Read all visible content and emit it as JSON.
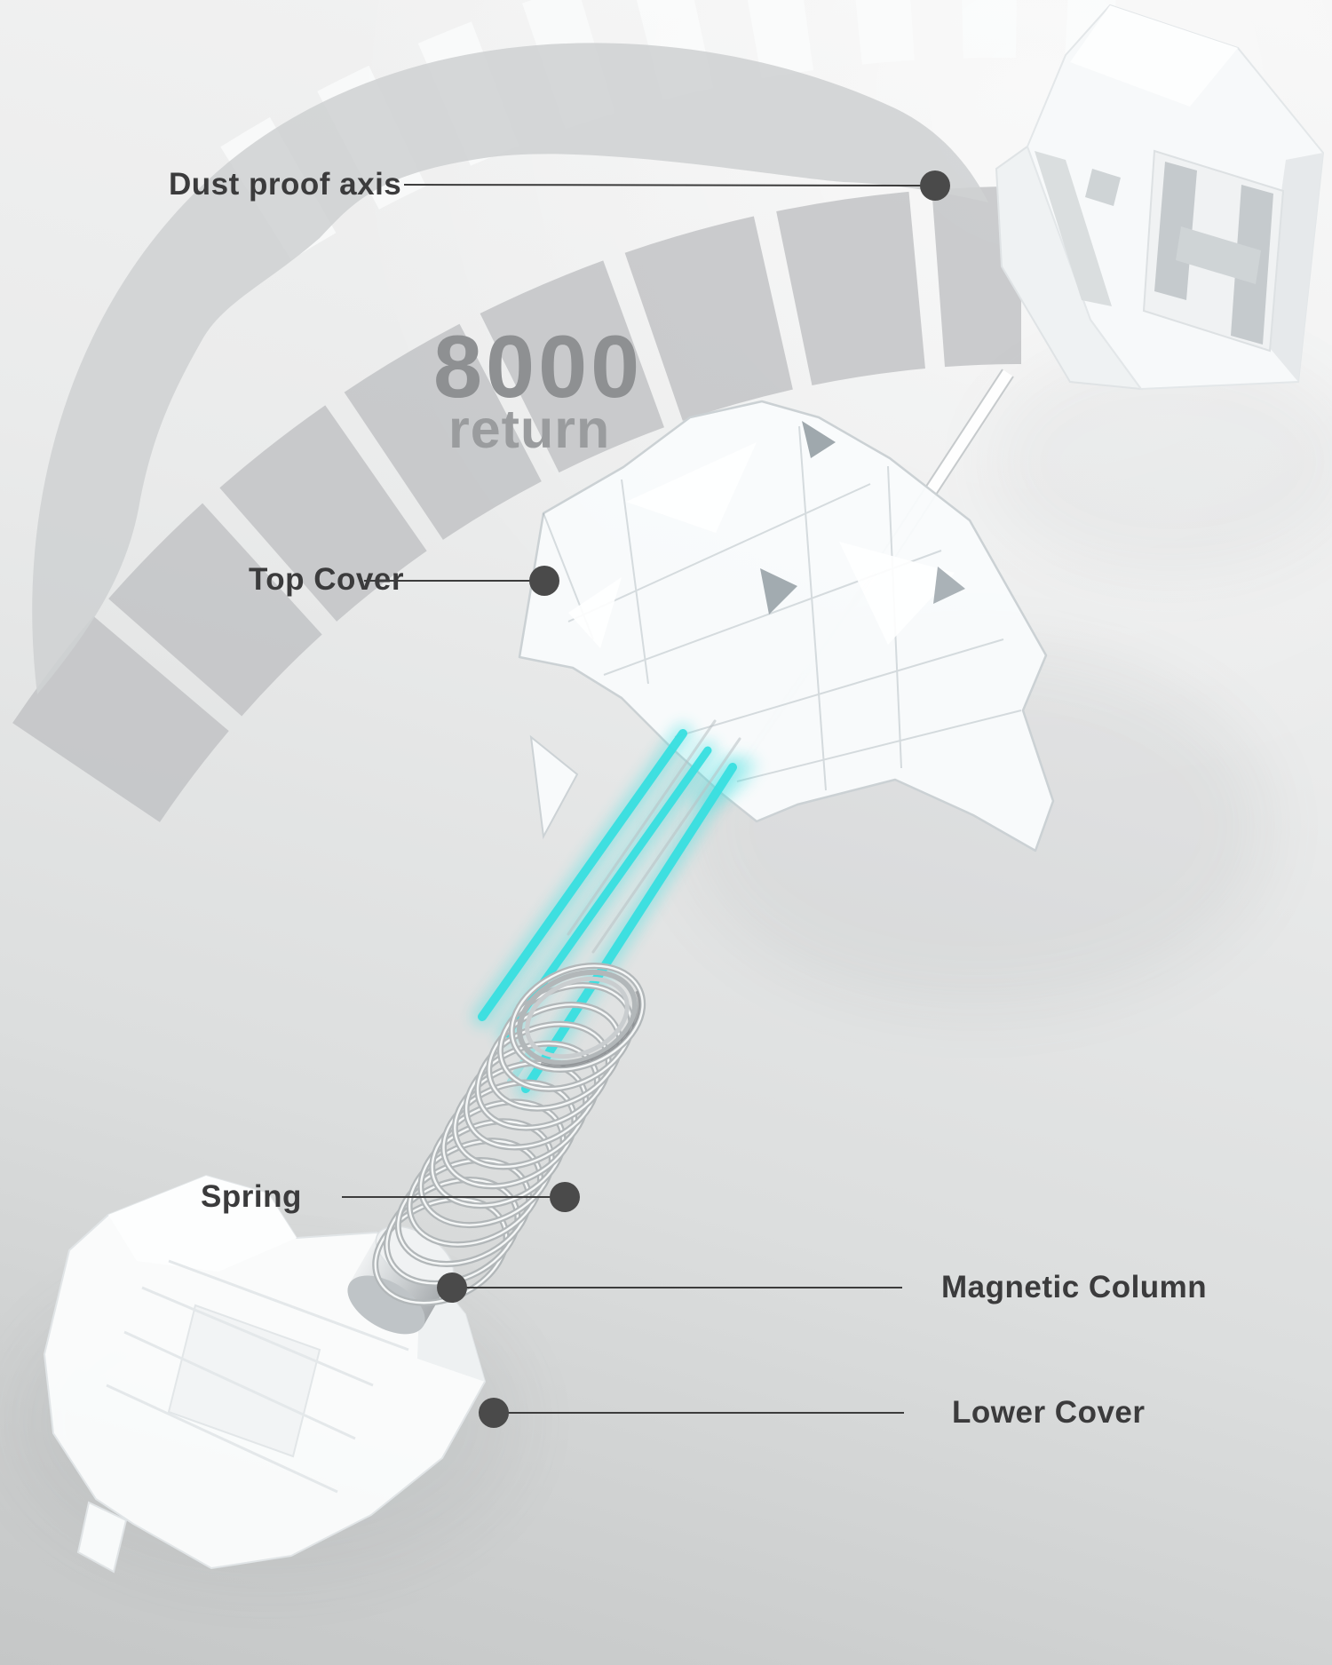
{
  "badge": {
    "value": "8000",
    "unit": "return"
  },
  "callouts": [
    {
      "id": "dust-proof-axis",
      "label": "Dust proof axis",
      "side": "left"
    },
    {
      "id": "top-cover",
      "label": "Top Cover",
      "side": "left"
    },
    {
      "id": "spring",
      "label": "Spring",
      "side": "left"
    },
    {
      "id": "magnetic-column",
      "label": "Magnetic Column",
      "side": "right"
    },
    {
      "id": "lower-cover",
      "label": "Lower Cover",
      "side": "right"
    }
  ],
  "colors": {
    "beam": "#38dfe0",
    "callout_dot": "#4a4a4a",
    "callout_line": "#3c3c3c",
    "label_text": "#3b3b3c",
    "badge_text": "#8e9092",
    "badge_sub_text": "#9a9c9e",
    "gauge_segment": "#bfc1c3",
    "gauge_swoosh": "#cfd1d3",
    "gauge_spoke": "#fbfcfc"
  }
}
